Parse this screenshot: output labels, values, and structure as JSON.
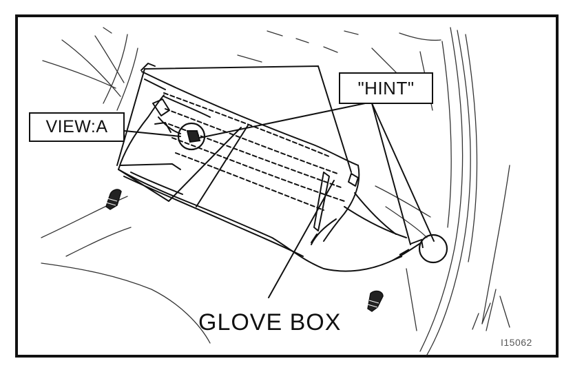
{
  "labels": {
    "view_a": "VIEW:A",
    "hint": "\"HINT\"",
    "glove_box": "GLOVE BOX",
    "figure_id": "I15062"
  },
  "colors": {
    "line": "#111111",
    "sketch": "#333333",
    "background": "#ffffff"
  }
}
